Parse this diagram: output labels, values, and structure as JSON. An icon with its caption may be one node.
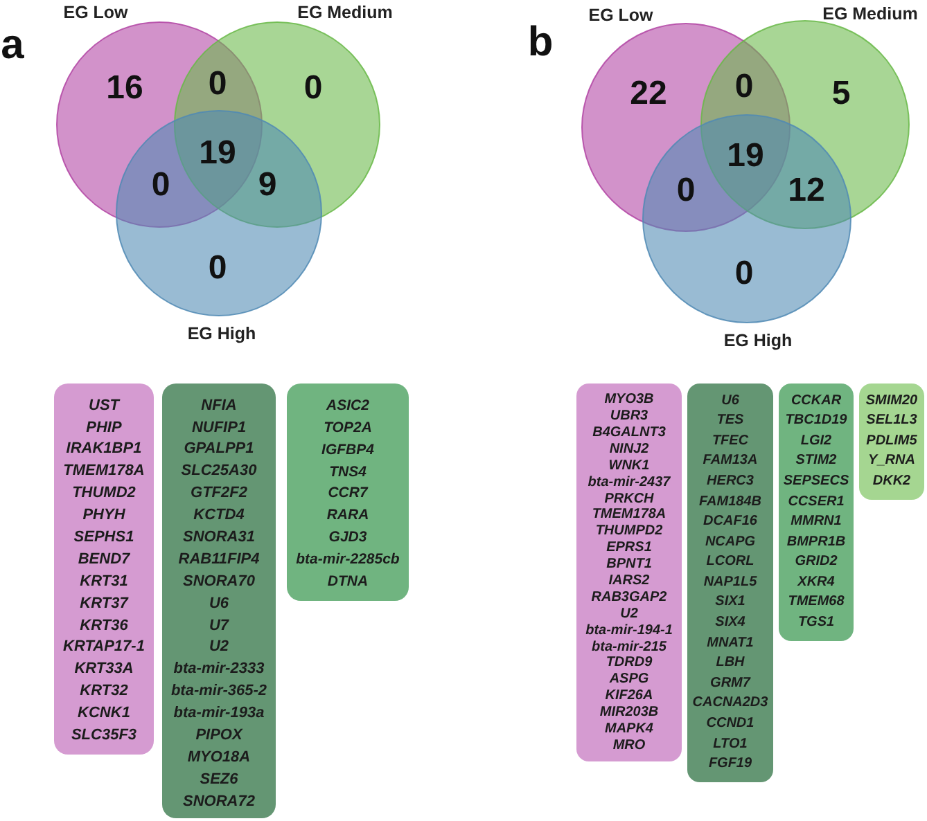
{
  "diagram": {
    "nodes": [
      {
        "text": [
          "EG Low"
        ]
      },
      {
        "text": [
          "EG Medium"
        ]
      },
      {
        "text": [
          "EG High"
        ]
      },
      {
        "text": [
          "UST",
          "PHIP",
          "IRAK1BP1",
          "TMEM178A",
          "THUMD2",
          "PHYH",
          "SEPHS1",
          "BEND7",
          "KRT31",
          "KRT37",
          "KRT36",
          "KRTAP17-1",
          "KRT33A",
          "KRT32",
          "KCNK1",
          "SLC35F3"
        ]
      },
      {
        "text": [
          "NFIA",
          "NUFIP1",
          "GPALPP1",
          "SLC25A30",
          "GTF2F2",
          "KCTD4",
          "SNORA31",
          "RAB11FIP4",
          "SNORA70",
          "U6",
          "U7",
          "U2",
          "bta-mir-2333",
          "bta-mir-365-2",
          "bta-mir-193a",
          "PIPOX",
          "MYO18A",
          "SEZ6",
          "SNORA72"
        ]
      },
      {
        "text": [
          "ASIC2",
          "TOP2A",
          "IGFBP4",
          "TNS4",
          "CCR7",
          "RARA",
          "GJD3",
          "bta-mir-2285cb",
          "DTNA"
        ]
      },
      {
        "text": [
          "EG Low"
        ]
      },
      {
        "text": [
          "EG Medium"
        ]
      },
      {
        "text": [
          "EG High"
        ]
      },
      {
        "text": [
          "MYO3B",
          "UBR3",
          "B4GALNT3",
          "NINJ2",
          "WNK1",
          "bta-mir-2437",
          "PRKCH",
          "TMEM178A",
          "THUMPD2",
          "EPRS1",
          "BPNT1",
          "IARS2",
          "RAB3GAP2",
          "U2",
          "bta-mir-194-1",
          "bta-mir-215",
          "TDRD9",
          "ASPG",
          "KIF26A",
          "MIR203B",
          "MAPK4",
          "MRO"
        ]
      },
      {
        "text": [
          "U6",
          "TES",
          "TFEC",
          "FAM13A",
          "HERC3",
          "FAM184B",
          "DCAF16",
          "NCAPG",
          "LCORL",
          "NAP1L5",
          "SIX1",
          "SIX4",
          "MNAT1",
          "LBH",
          "GRM7",
          "CACNA2D3",
          "CCND1",
          "LTO1",
          "FGF19"
        ]
      },
      {
        "text": [
          "CCKAR",
          "TBC1D19",
          "LGI2",
          "STIM2",
          "SEPSECS",
          "CCSER1",
          "MMRN1",
          "BMPR1B",
          "GRID2",
          "XKR4",
          "TMEM68",
          "TGS1"
        ]
      },
      {
        "text": [
          "SMIM20",
          "SEL1L3",
          "PDLIM5",
          "Y_RNA",
          "DKK2"
        ]
      }
    ],
    "labels": [
      "a",
      "16",
      "0",
      "0",
      "19",
      "0",
      "9",
      "0",
      "b",
      "22",
      "0",
      "5",
      "19",
      "0",
      "12",
      "0"
    ]
  }
}
